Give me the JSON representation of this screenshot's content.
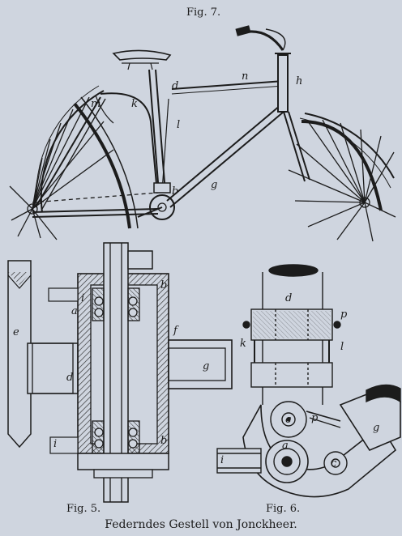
{
  "figures": {
    "fig7": "Fig. 7.",
    "fig5": "Fig. 5.",
    "fig6": "Fig. 6."
  },
  "caption": "Federndes Gestell von Jonckheer.",
  "labels": {
    "fig7": [
      "m",
      "k",
      "d",
      "n",
      "h",
      "l",
      "b",
      "g"
    ],
    "fig5": [
      "e",
      "d",
      "i",
      "a",
      "b",
      "f",
      "g",
      "i",
      "b"
    ],
    "fig6": [
      "d",
      "p",
      "k",
      "l",
      "c",
      "p",
      "g",
      "a",
      "c",
      "i"
    ]
  },
  "colors": {
    "paper": "#cfd5df",
    "ink": "#1c1c1c",
    "hatch": "#2a2a2a"
  }
}
